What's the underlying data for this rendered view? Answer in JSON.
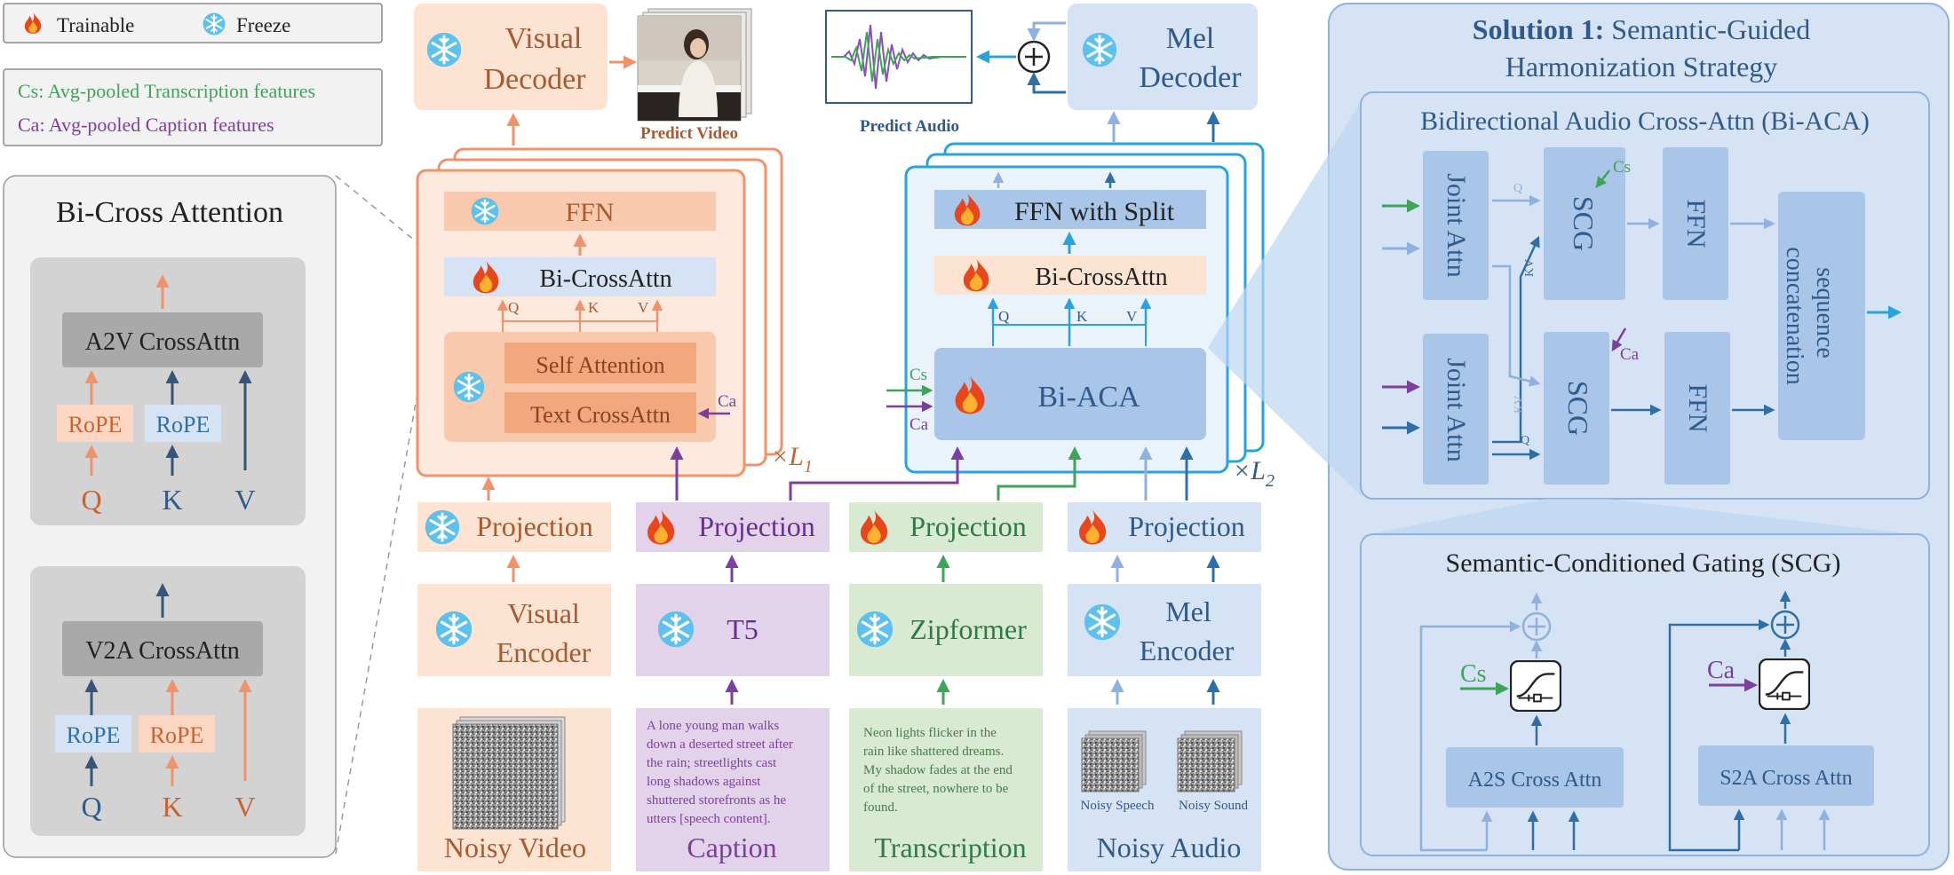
{
  "legend": {
    "trainable": "Trainable",
    "freeze": "Freeze",
    "cs_def": "Cs: Avg-pooled Transcription features",
    "ca_def": "Ca: Avg-pooled Caption features"
  },
  "bica_panel": {
    "title": "Bi-Cross Attention",
    "a2v": "A2V CrossAttn",
    "v2a": "V2A CrossAttn",
    "rope": "RoPE",
    "q": "Q",
    "k": "K",
    "v": "V"
  },
  "video_branch": {
    "decoder": [
      "Visual",
      "Decoder"
    ],
    "predict": "Predict Video",
    "ffn": "FFN",
    "bicross": "Bi-CrossAttn",
    "self_attn": "Self Attention",
    "text_cross": "Text CrossAttn",
    "ca": "Ca",
    "multiplier": "×L",
    "multiplier_sub": "1",
    "q": "Q",
    "k": "K",
    "v": "V"
  },
  "audio_branch": {
    "decoder": [
      "Mel",
      "Decoder"
    ],
    "predict": "Predict Audio",
    "ffn_split": "FFN with Split",
    "bicross": "Bi-CrossAttn",
    "biaca": "Bi-ACA",
    "cs": "Cs",
    "ca": "Ca",
    "multiplier": "×L",
    "multiplier_sub": "2",
    "q": "Q",
    "k": "K",
    "v": "V"
  },
  "columns": {
    "projection": "Projection",
    "visual_encoder": [
      "Visual",
      "Encoder"
    ],
    "t5": "T5",
    "zipformer": "Zipformer",
    "mel_encoder": [
      "Mel",
      "Encoder"
    ],
    "noisy_video": "Noisy Video",
    "caption": "Caption",
    "transcription": "Transcription",
    "noisy_audio": "Noisy Audio",
    "noisy_speech": "Noisy Speech",
    "noisy_sound": "Noisy Sound",
    "caption_text": [
      "A lone young man walks",
      "down a deserted street after",
      "the rain; streetlights cast",
      "long shadows against",
      "shuttered storefronts as he",
      "utters [speech content]."
    ],
    "transcription_text": [
      "Neon lights flicker in the",
      "rain like shattered dreams.",
      "My shadow fades at the end",
      "of the street, nowhere to be",
      "found."
    ]
  },
  "solution": {
    "title_bold": "Solution 1:",
    "title_rest": "Semantic-Guided",
    "title_line2": "Harmonization Strategy",
    "biaca_title": "Bidirectional Audio Cross-Attn (Bi-ACA)",
    "joint_attn": "Joint Attn",
    "scg": "SCG",
    "ffn": "FFN",
    "seq_concat": [
      "sequence",
      "concatenation"
    ],
    "q": "Q",
    "kv": "KV",
    "cs": "Cs",
    "ca": "Ca",
    "scg_title": "Semantic-Conditioned Gating (SCG)",
    "a2s": "A2S Cross Attn",
    "s2a": "S2A Cross Attn"
  },
  "colors": {
    "orange": "#f0926a",
    "orange_fill": "#fde3d2",
    "orange_dark": "#c8632f",
    "purple": "#7b3f9e",
    "purple_fill": "#e3d3ea",
    "green": "#3fa35a",
    "green_fill": "#d9ead3",
    "blue": "#2f6fa8",
    "blue_light": "#8fb1dd",
    "blue_fill": "#d6e3f4",
    "cyan": "#29a3e0"
  }
}
